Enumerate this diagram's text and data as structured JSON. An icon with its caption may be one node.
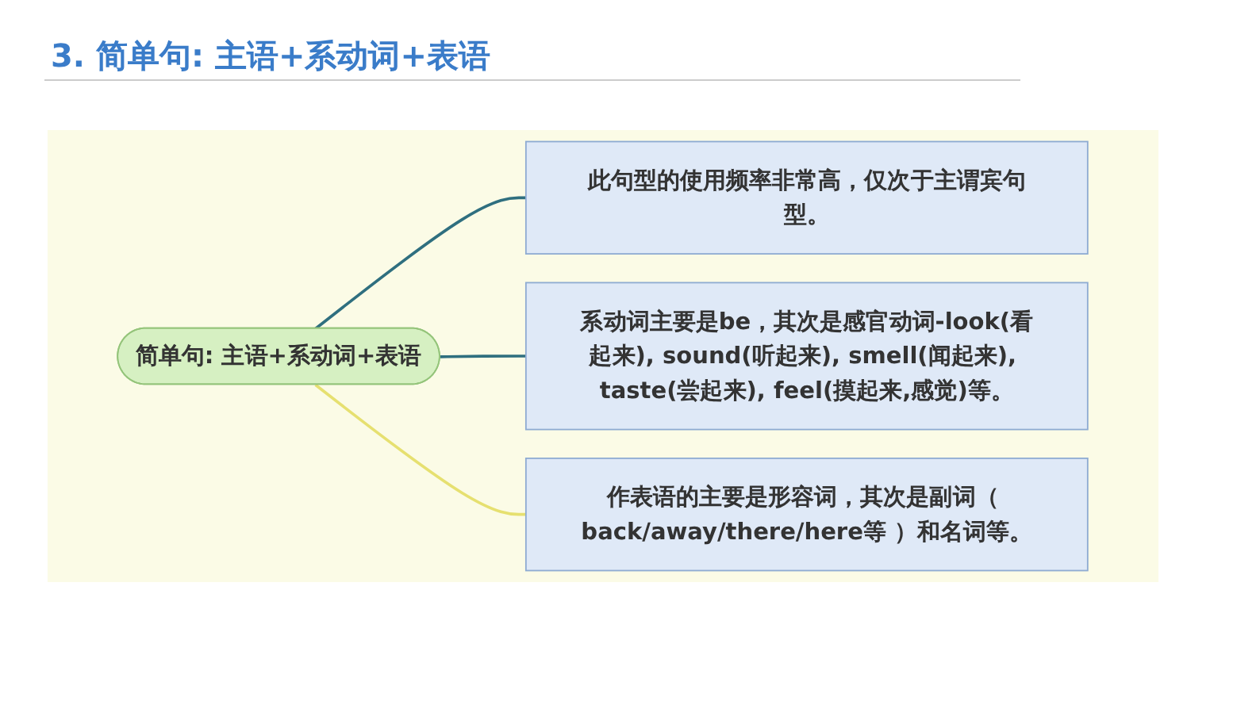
{
  "diagram": {
    "title": "3. 简单句: 主语+系动词+表语",
    "nodes": [
      {
        "text": [
          "简单句: 主语+系动词+表语"
        ]
      },
      {
        "text": [
          "此句型的使用频率非常高，仅次于主谓宾句型。"
        ]
      },
      {
        "text": [
          "系动词主要是be，其次是感官动词-look(看起来), sound(听起来), smell(闻起来), taste(尝起来), feel(摸起来,感觉)等。"
        ]
      },
      {
        "text": [
          "作表语的主要是形容词，其次是副词（ back/away/there/here等 ）和名词等。"
        ]
      }
    ],
    "edges": [
      {
        "from": 0,
        "to": 1,
        "arrow": "none"
      },
      {
        "from": 0,
        "to": 2,
        "arrow": "none"
      },
      {
        "from": 0,
        "to": 3,
        "arrow": "none",
        "color": "#e6e070"
      }
    ]
  }
}
